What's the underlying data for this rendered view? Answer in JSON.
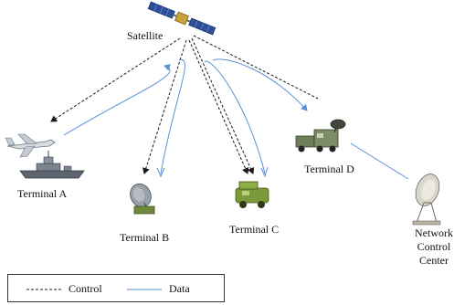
{
  "nodes": {
    "satellite": "Satellite",
    "terminal_a": "Terminal A",
    "terminal_b": "Terminal B",
    "terminal_c": "Terminal C",
    "terminal_d": "Terminal D",
    "ncc": [
      "Network",
      "Control",
      "Center"
    ]
  },
  "legend": {
    "control": "Control",
    "data": "Data"
  },
  "icons": {
    "satellite": "satellite-icon",
    "aircraft": "aircraft-icon",
    "ship": "warship-icon",
    "dish_terminal": "satellite-dish-icon",
    "vehicle": "military-vehicle-icon",
    "radar_truck": "radar-truck-icon",
    "ground_antenna": "ground-station-antenna-icon"
  },
  "colors": {
    "control_line": "#1a1a1a",
    "data_line": "#5b8fd6"
  }
}
